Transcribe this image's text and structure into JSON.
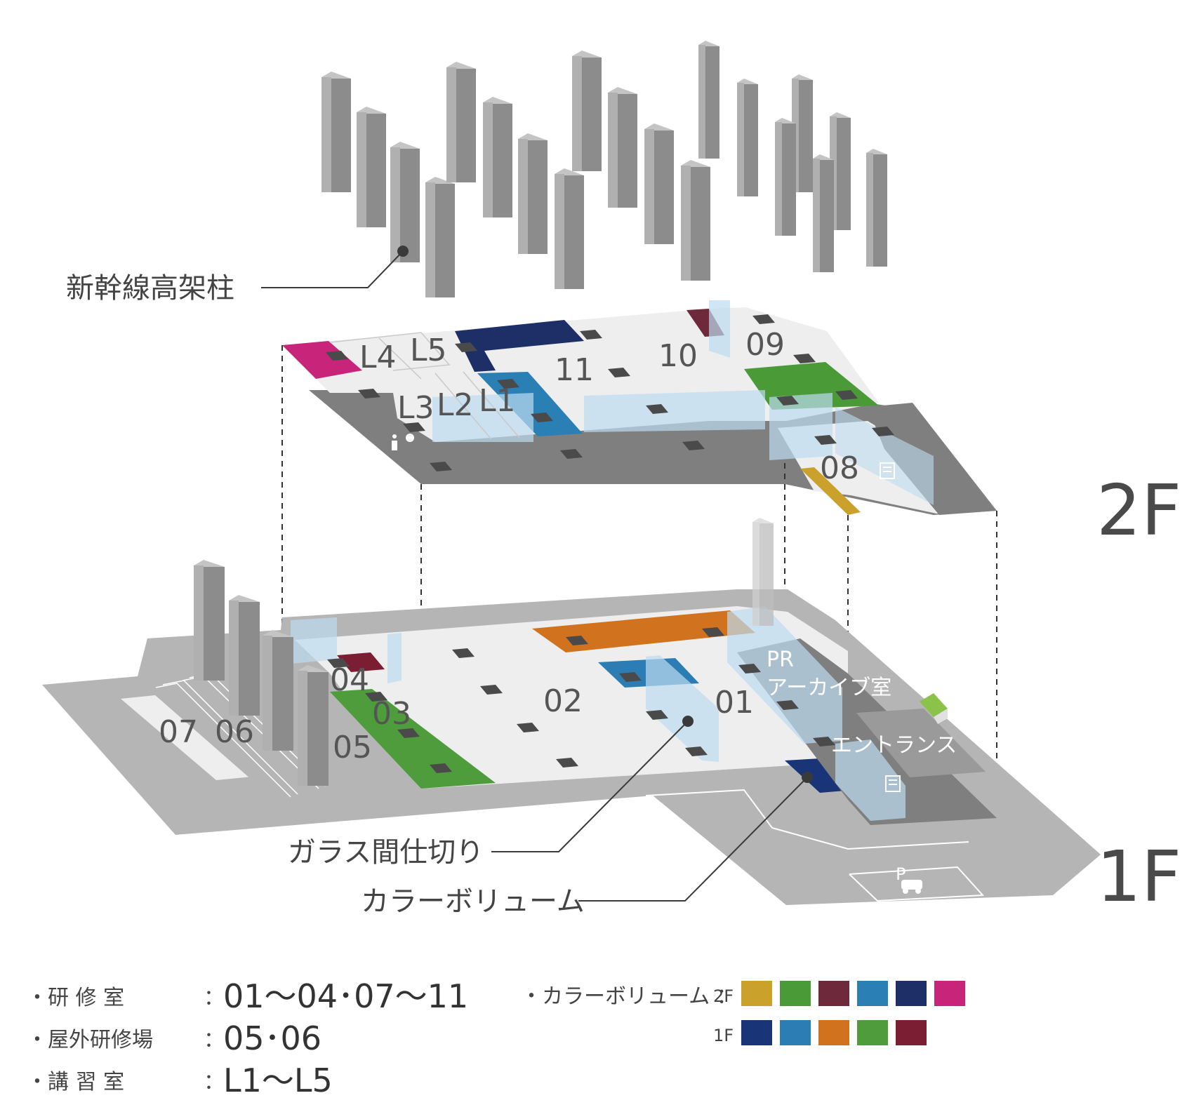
{
  "pillars_label": "新幹線高架柱",
  "floors": {
    "upper": "2F",
    "lower": "1F"
  },
  "rooms_2f": {
    "l4": "L4",
    "l5": "L5",
    "l3": "L3",
    "l2": "L2",
    "l1": "L1",
    "r11": "11",
    "r10": "10",
    "r09": "09",
    "r08": "08"
  },
  "rooms_1f": {
    "r04": "04",
    "r03": "03",
    "r05": "05",
    "r07": "07",
    "r06": "06",
    "r02": "02",
    "r01": "01",
    "pr_line1": "PR",
    "pr_line2": "アーカイブ室",
    "entrance": "エントランス"
  },
  "callouts": {
    "glass": "ガラス間仕切り",
    "color_volume": "カラーボリューム"
  },
  "legend": {
    "items": [
      {
        "label": "・研 修 室",
        "value": "01～04･07～11"
      },
      {
        "label": "・屋外研修場",
        "value": "05･06"
      },
      {
        "label": "・講 習 室",
        "value": "L1～L5"
      }
    ],
    "colors_title": "・カラーボリューム ：",
    "row_2f_label": "2F",
    "row_1f_label": "1F",
    "swatches_2f": [
      "#C9A12B",
      "#4A9B38",
      "#6E2A3A",
      "#2A7FB5",
      "#1E2E66",
      "#C8257A"
    ],
    "swatches_1f": [
      "#1A3577",
      "#2C7DB3",
      "#D1731E",
      "#4E9C3C",
      "#7C1E33"
    ]
  },
  "colors": {
    "building_dark": "#7f7f7f",
    "building_light": "#b5b5b5",
    "room_fill": "#eeeeee",
    "glass": "#bcdcf0",
    "pillar_front": "#9a9a9a",
    "pillar_side": "#7d7d7d",
    "pillar_top": "#c7c7c7"
  }
}
